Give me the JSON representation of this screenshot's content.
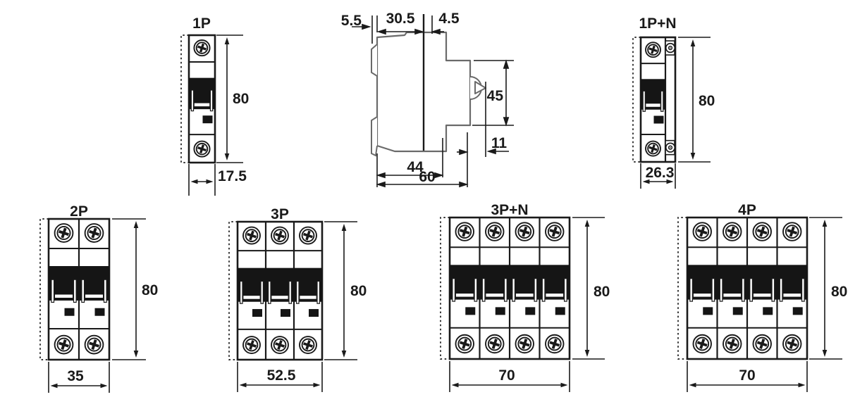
{
  "views": {
    "breaker_1p": {
      "title": "1P",
      "width": "17.5",
      "height": "80",
      "poles": 1
    },
    "breaker_1p_n": {
      "title": "1P+N",
      "width": "26.3",
      "height": "80",
      "poles": 1,
      "neutral": true
    },
    "breaker_2p": {
      "title": "2P",
      "width": "35",
      "height": "80",
      "poles": 2
    },
    "breaker_3p": {
      "title": "3P",
      "width": "52.5",
      "height": "80",
      "poles": 3
    },
    "breaker_3p_n": {
      "title": "3P+N",
      "width": "70",
      "height": "80",
      "poles": 4
    },
    "breaker_4p": {
      "title": "4P",
      "width": "70",
      "height": "80",
      "poles": 4
    },
    "side_view": {
      "dims": {
        "din_clip": "5.5",
        "rear_depth": "30.5",
        "mid_depth": "4.5",
        "face_height": "45",
        "handle_projection": "11",
        "body_depth": "44",
        "total_depth": "60"
      }
    }
  }
}
